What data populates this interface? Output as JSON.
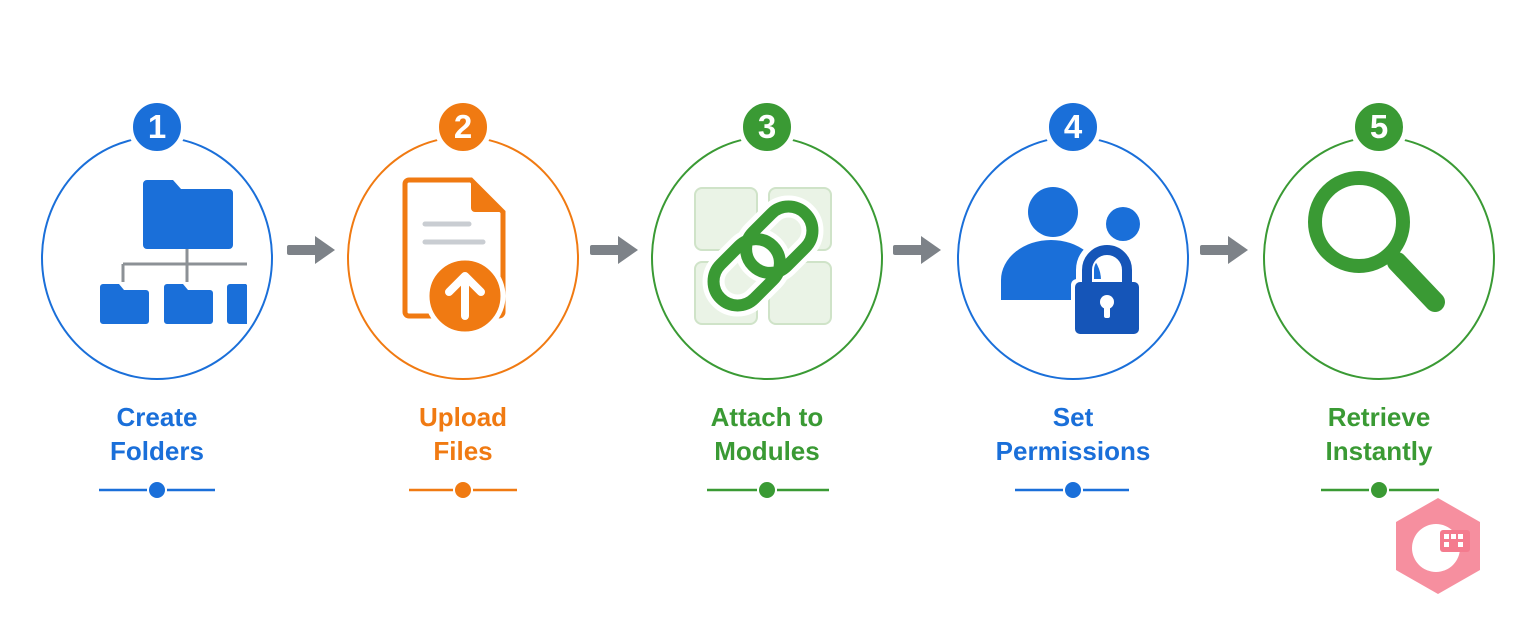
{
  "colors": {
    "blue": "#1a6fd9",
    "orange": "#f07a12",
    "green": "#3a9a34",
    "dark_blue": "#1555b8",
    "arrow": "#7d8288",
    "connector": "#8c9196",
    "tile": "#eaf3e6",
    "tile_border": "#cfe3c8",
    "watermark": "#f47b8e"
  },
  "steps": [
    {
      "number": "1",
      "line1": "Create",
      "line2": "Folders",
      "color": "#1a6fd9",
      "icon": "folder-hierarchy-icon"
    },
    {
      "number": "2",
      "line1": "Upload",
      "line2": "Files",
      "color": "#f07a12",
      "icon": "file-upload-icon"
    },
    {
      "number": "3",
      "line1": "Attach to",
      "line2": "Modules",
      "color": "#3a9a34",
      "icon": "link-modules-icon"
    },
    {
      "number": "4",
      "line1": "Set",
      "line2": "Permissions",
      "color": "#1a6fd9",
      "icon": "user-lock-icon"
    },
    {
      "number": "5",
      "line1": "Retrieve",
      "line2": "Instantly",
      "color": "#3a9a34",
      "icon": "search-icon"
    }
  ],
  "arrows": [
    "arrow-right-icon",
    "arrow-right-icon",
    "arrow-right-icon",
    "arrow-right-icon"
  ],
  "watermark_icon": "watermark-logo-icon"
}
